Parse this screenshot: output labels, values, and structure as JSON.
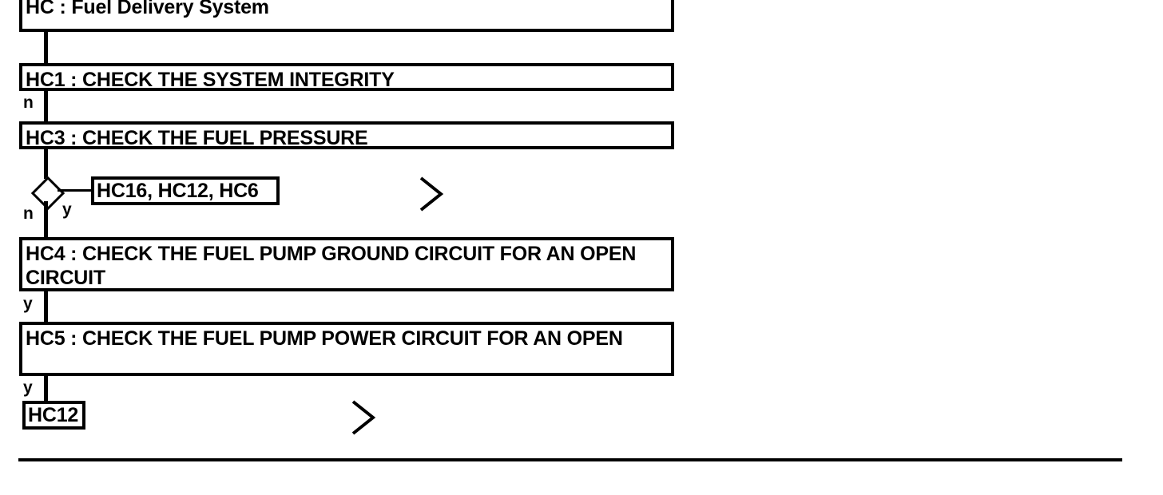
{
  "diagram": {
    "type": "flowchart",
    "title_node": {
      "id": "HC",
      "label": "HC : Fuel Delivery System"
    },
    "steps": [
      {
        "id": "HC1",
        "label": "HC1 : CHECK THE SYSTEM INTEGRITY"
      },
      {
        "id": "HC3",
        "label": "HC3 : CHECK THE FUEL PRESSURE"
      },
      {
        "id": "HC4",
        "label": "HC4 : CHECK THE FUEL PUMP GROUND CIRCUIT FOR AN OPEN CIRCUIT"
      },
      {
        "id": "HC5",
        "label": "HC5 : CHECK THE FUEL PUMP POWER CIRCUIT FOR AN OPEN"
      }
    ],
    "references": [
      {
        "id": "HC16-HC12-HC6",
        "label": "HC16, HC12, HC6"
      },
      {
        "id": "HC12",
        "label": "HC12"
      }
    ],
    "decision": {
      "id": "decision-1",
      "yes_label": "y",
      "no_label": "n"
    },
    "branch_labels": {
      "hc1_to_hc3": "n",
      "hc4_to_hc5": "y",
      "hc5_to_hc12": "y"
    },
    "continuation_markers": [
      {
        "id": "chevron-1",
        "glyph": ">"
      },
      {
        "id": "chevron-2",
        "glyph": ">"
      }
    ],
    "colors": {
      "stroke": "#000000",
      "fill": "#ffffff",
      "text": "#000000"
    }
  }
}
